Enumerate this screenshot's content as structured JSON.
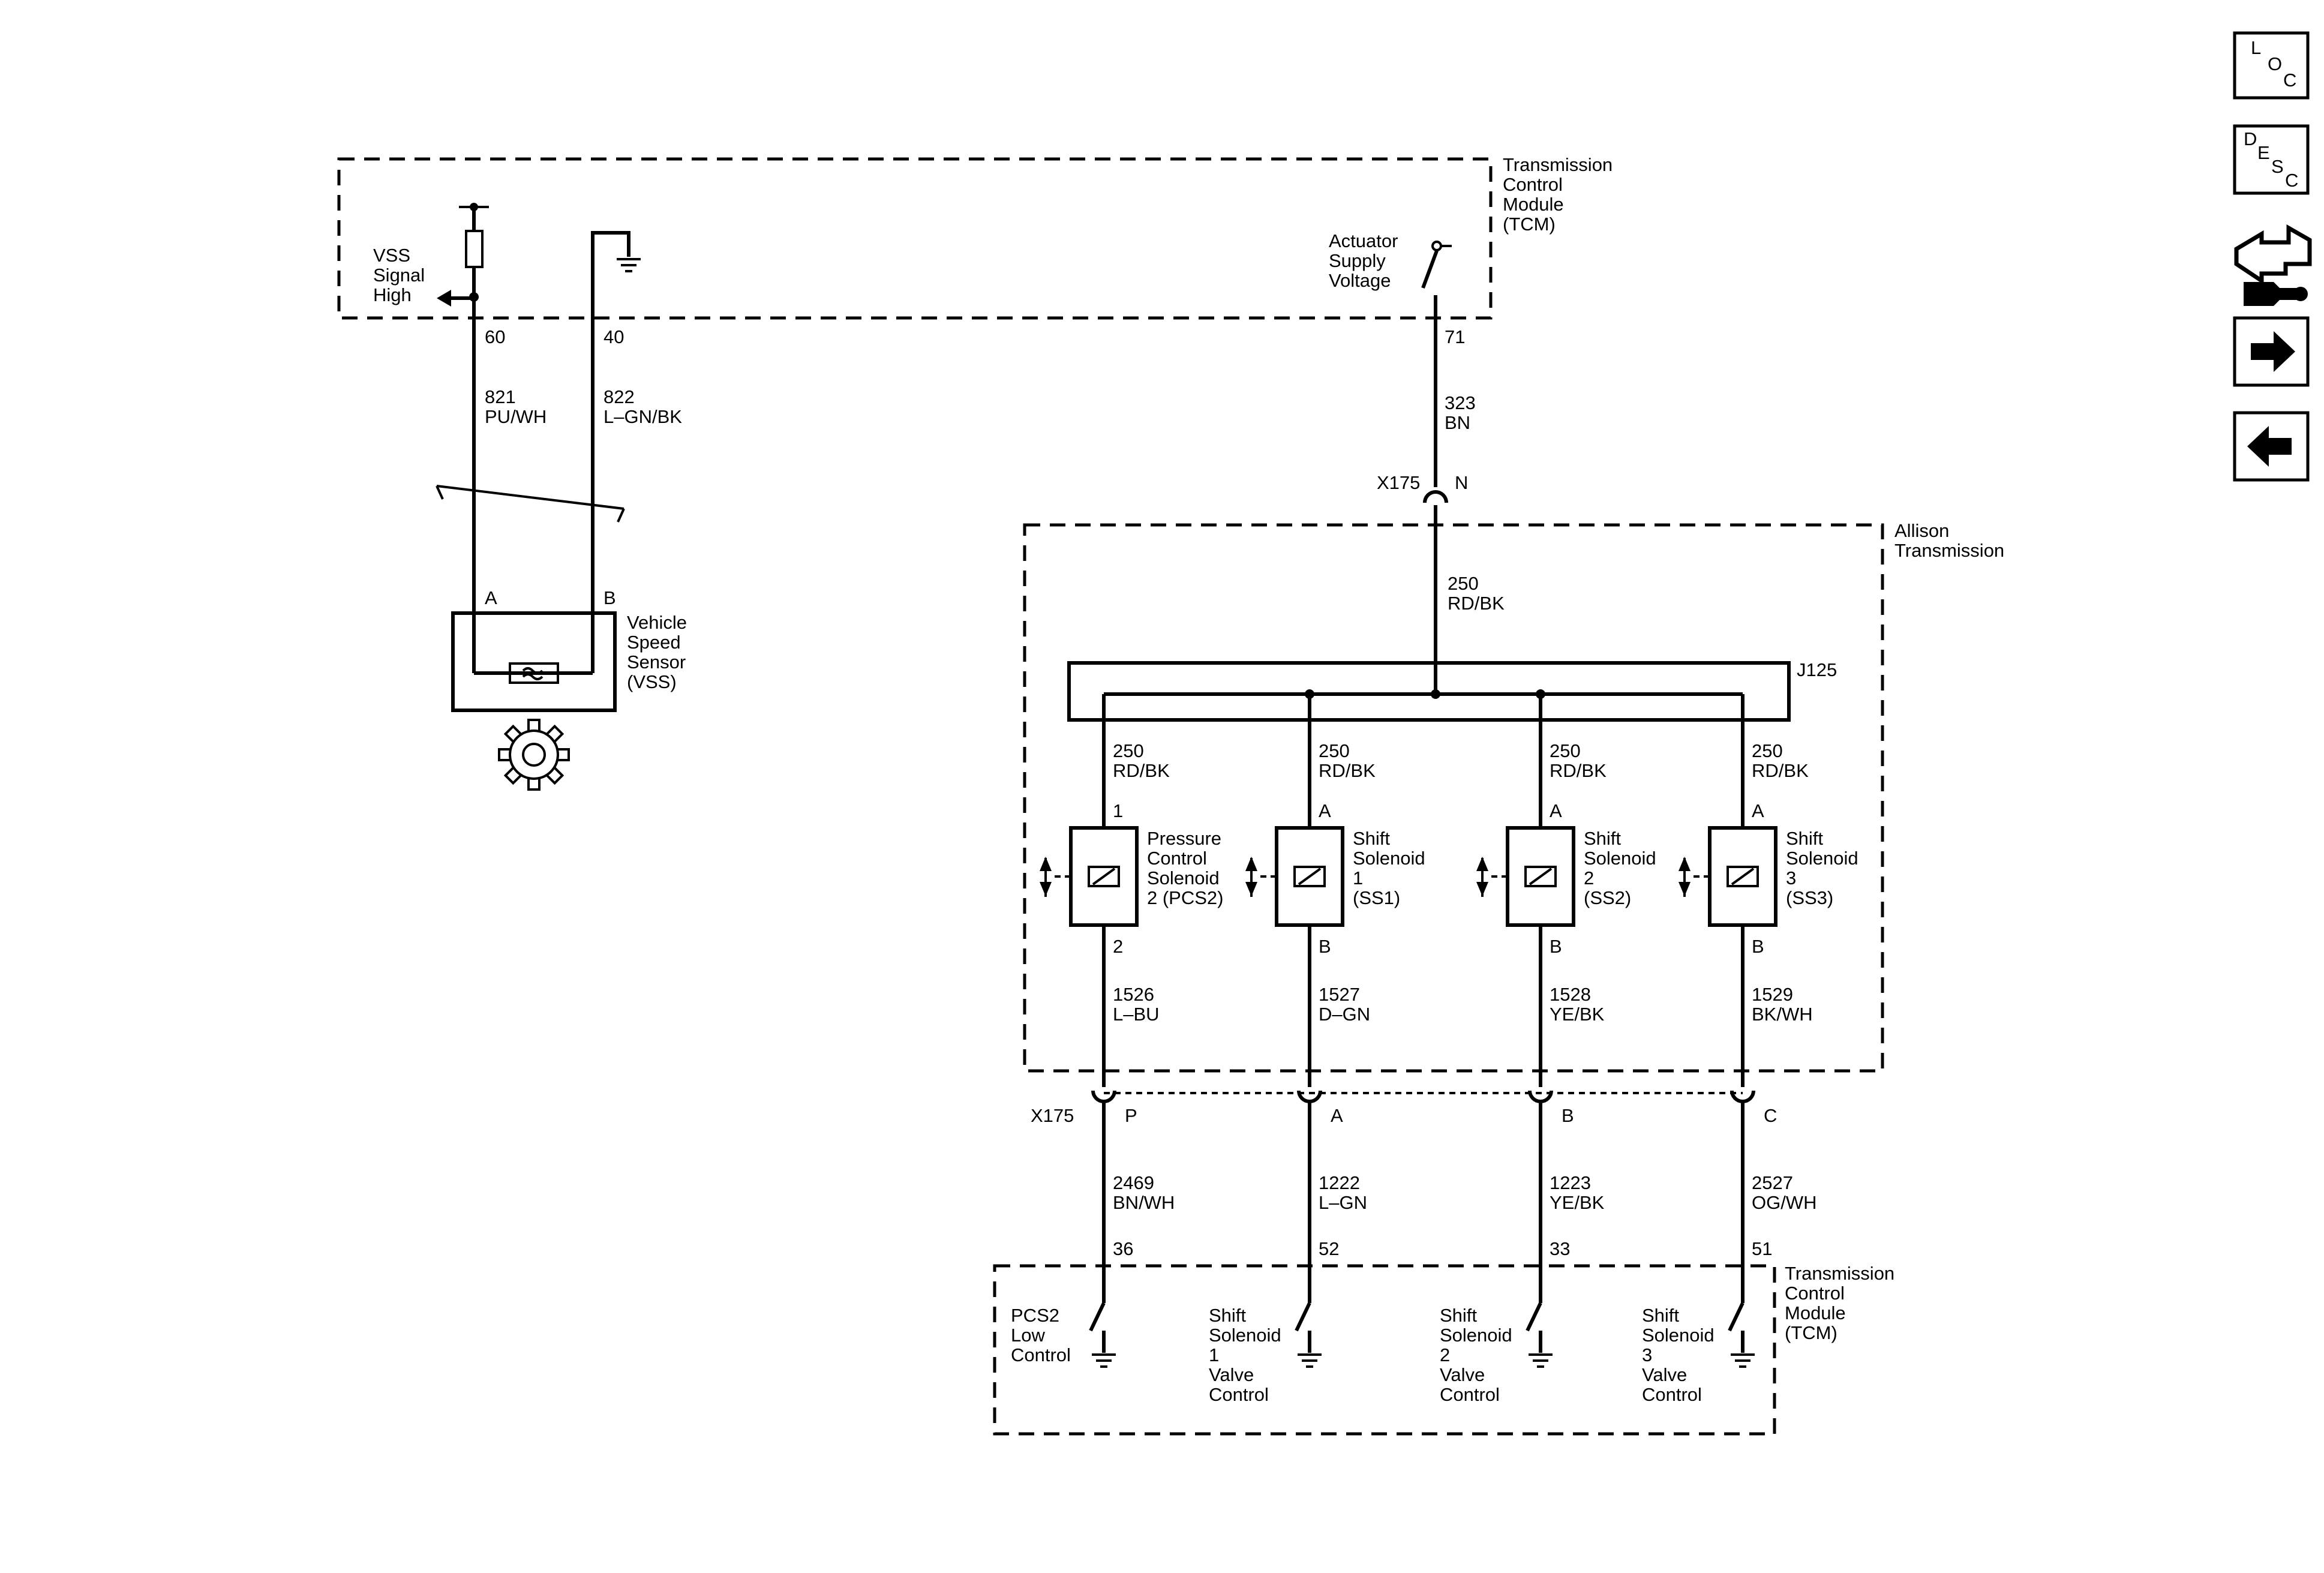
{
  "tcm_top": {
    "name": [
      "Transmission",
      "Control",
      "Module",
      "(TCM)"
    ]
  },
  "vss_signal": [
    "VSS",
    "Signal",
    "High"
  ],
  "actuator": [
    "Actuator",
    "Supply",
    "Voltage"
  ],
  "pins_top": {
    "p60": "60",
    "p40": "40",
    "p71": "71"
  },
  "wires_top": {
    "w821": {
      "num": "821",
      "color": "PU/WH"
    },
    "w822": {
      "num": "822",
      "color": "L–GN/BK"
    },
    "w323": {
      "num": "323",
      "color": "BN"
    }
  },
  "connector_x175_top": {
    "id": "X175",
    "pin": "N"
  },
  "vss_sensor": {
    "pin_a": "A",
    "pin_b": "B",
    "name": [
      "Vehicle",
      "Speed",
      "Sensor",
      "(VSS)"
    ]
  },
  "allison": {
    "name": [
      "Allison",
      "Transmission"
    ]
  },
  "feed_wire": {
    "num": "250",
    "color": "RD/BK"
  },
  "splice": {
    "id": "J125"
  },
  "solenoids": [
    {
      "wire_in": {
        "num": "250",
        "color": "RD/BK"
      },
      "pin_top": "1",
      "pin_bottom": "2",
      "name": [
        "Pressure",
        "Control",
        "Solenoid",
        "2 (PCS2)"
      ],
      "wire_out": {
        "num": "1526",
        "color": "L–BU"
      }
    },
    {
      "wire_in": {
        "num": "250",
        "color": "RD/BK"
      },
      "pin_top": "A",
      "pin_bottom": "B",
      "name": [
        "Shift",
        "Solenoid",
        "1",
        "(SS1)"
      ],
      "wire_out": {
        "num": "1527",
        "color": "D–GN"
      }
    },
    {
      "wire_in": {
        "num": "250",
        "color": "RD/BK"
      },
      "pin_top": "A",
      "pin_bottom": "B",
      "name": [
        "Shift",
        "Solenoid",
        "2",
        "(SS2)"
      ],
      "wire_out": {
        "num": "1528",
        "color": "YE/BK"
      }
    },
    {
      "wire_in": {
        "num": "250",
        "color": "RD/BK"
      },
      "pin_top": "A",
      "pin_bottom": "B",
      "name": [
        "Shift",
        "Solenoid",
        "3",
        "(SS3)"
      ],
      "wire_out": {
        "num": "1529",
        "color": "BK/WH"
      }
    }
  ],
  "connector_x175_bottom": {
    "id": "X175",
    "pins": [
      "P",
      "A",
      "B",
      "C"
    ]
  },
  "tcm_wires_bottom": [
    {
      "num": "2469",
      "color": "BN/WH",
      "pin": "36"
    },
    {
      "num": "1222",
      "color": "L–GN",
      "pin": "52"
    },
    {
      "num": "1223",
      "color": "YE/BK",
      "pin": "33"
    },
    {
      "num": "2527",
      "color": "OG/WH",
      "pin": "51"
    }
  ],
  "tcm_bottom": {
    "name": [
      "Transmission",
      "Control",
      "Module",
      "(TCM)"
    ],
    "controls": [
      [
        "PCS2",
        "Low",
        "Control"
      ],
      [
        "Shift",
        "Solenoid",
        "1",
        "Valve",
        "Control"
      ],
      [
        "Shift",
        "Solenoid",
        "2",
        "Valve",
        "Control"
      ],
      [
        "Shift",
        "Solenoid",
        "3",
        "Valve",
        "Control"
      ]
    ]
  },
  "nav": {
    "loc": [
      "L",
      "O",
      "C"
    ],
    "desc": [
      "D",
      "E",
      "S",
      "C"
    ],
    "icons": [
      "connector-hand-icon",
      "arrow-right-icon",
      "arrow-left-icon"
    ]
  }
}
